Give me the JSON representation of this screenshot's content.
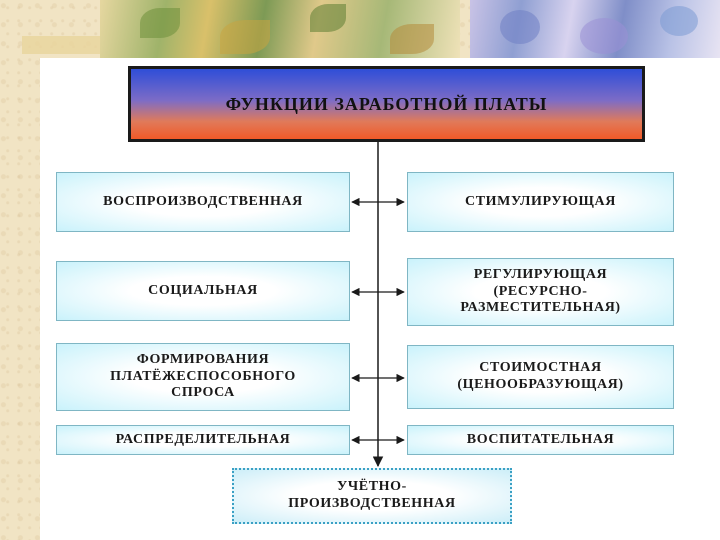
{
  "diagram": {
    "title": "ФУНКЦИИ ЗАРАБОТНОЙ ПЛАТЫ",
    "left_items": [
      "ВОСПРОИЗВОДСТВЕННАЯ",
      "СОЦИАЛЬНАЯ",
      "ФОРМИРОВАНИЯ\nПЛАТЁЖЕСПОСОБНОГО\nСПРОСА",
      "РАСПРЕДЕЛИТЕЛЬНАЯ"
    ],
    "right_items": [
      "СТИМУЛИРУЮЩАЯ",
      "РЕГУЛИРУЮЩАЯ\n(РЕСУРСНО-\nРАЗМЕСТИТЕЛЬНАЯ)",
      "СТОИМОСТНАЯ\n(ЦЕНООБРАЗУЮЩАЯ)",
      "ВОСПИТАТЕЛЬНАЯ"
    ],
    "bottom_item": "УЧЁТНО-\nПРОИЗВОДСТВЕННАЯ"
  },
  "colors": {
    "box_fill_edge": "#c9f2fb",
    "title_top": "#2f4ed8",
    "title_bottom": "#f05a28",
    "connector": "#1a1a1a"
  }
}
